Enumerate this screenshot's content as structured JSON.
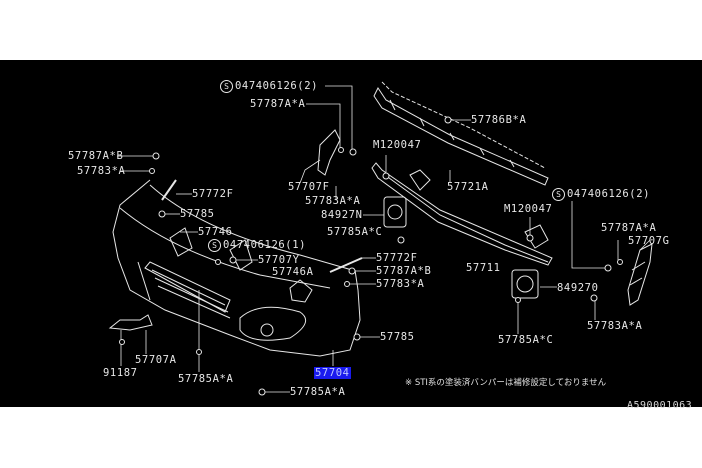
{
  "diagram": {
    "labels": {
      "bolt_top_left": "047406126(2)",
      "clip_57787a_a_top": "57787A*A",
      "nut_57787a_b_left": "57787A*B",
      "clip_57783_a_left": "57783*A",
      "strip_57772f_left": "57772F",
      "screw_57785_left": "57785",
      "bracket_57746": "57746",
      "bolt_center": "047406126(1)",
      "clip_57707y": "57707Y",
      "bracket_57746a": "57746A",
      "bracket_57707f": "57707F",
      "clip_57783a_a_mid": "57783A*A",
      "plate_84927n": "84927N",
      "screw_57785a_c_mid": "57785A*C",
      "strip_57772f_right": "57772F",
      "nut_57787a_b_right": "57787A*B",
      "clip_57783_a_right": "57783*A",
      "screw_57785_right": "57785",
      "bumper_face_57704": "57704",
      "screw_57785a_a_lower": "57785A*A",
      "screw_57785a_a_bottom": "57785A*A",
      "bolt_91187": "91187",
      "bracket_57707a": "57707A",
      "bolt_m120047_top": "M120047",
      "clip_57786b_a": "57786B*A",
      "absorber_57721a": "57721A",
      "bolt_right": "047406126(2)",
      "bolt_m120047_right": "M120047",
      "clip_57787a_a_right": "57787A*A",
      "bracket_57707g": "57707G",
      "beam_57711": "57711",
      "plate_849270": "849270",
      "screw_57785a_c_right": "57785A*C",
      "clip_57783a_a_right": "57783A*A"
    },
    "s_mark": "S",
    "note": "※ STI系の塗装済バンパーは補修設定しておりません",
    "figure_code": "A590001063",
    "highlight_color": "#1a1aee"
  }
}
